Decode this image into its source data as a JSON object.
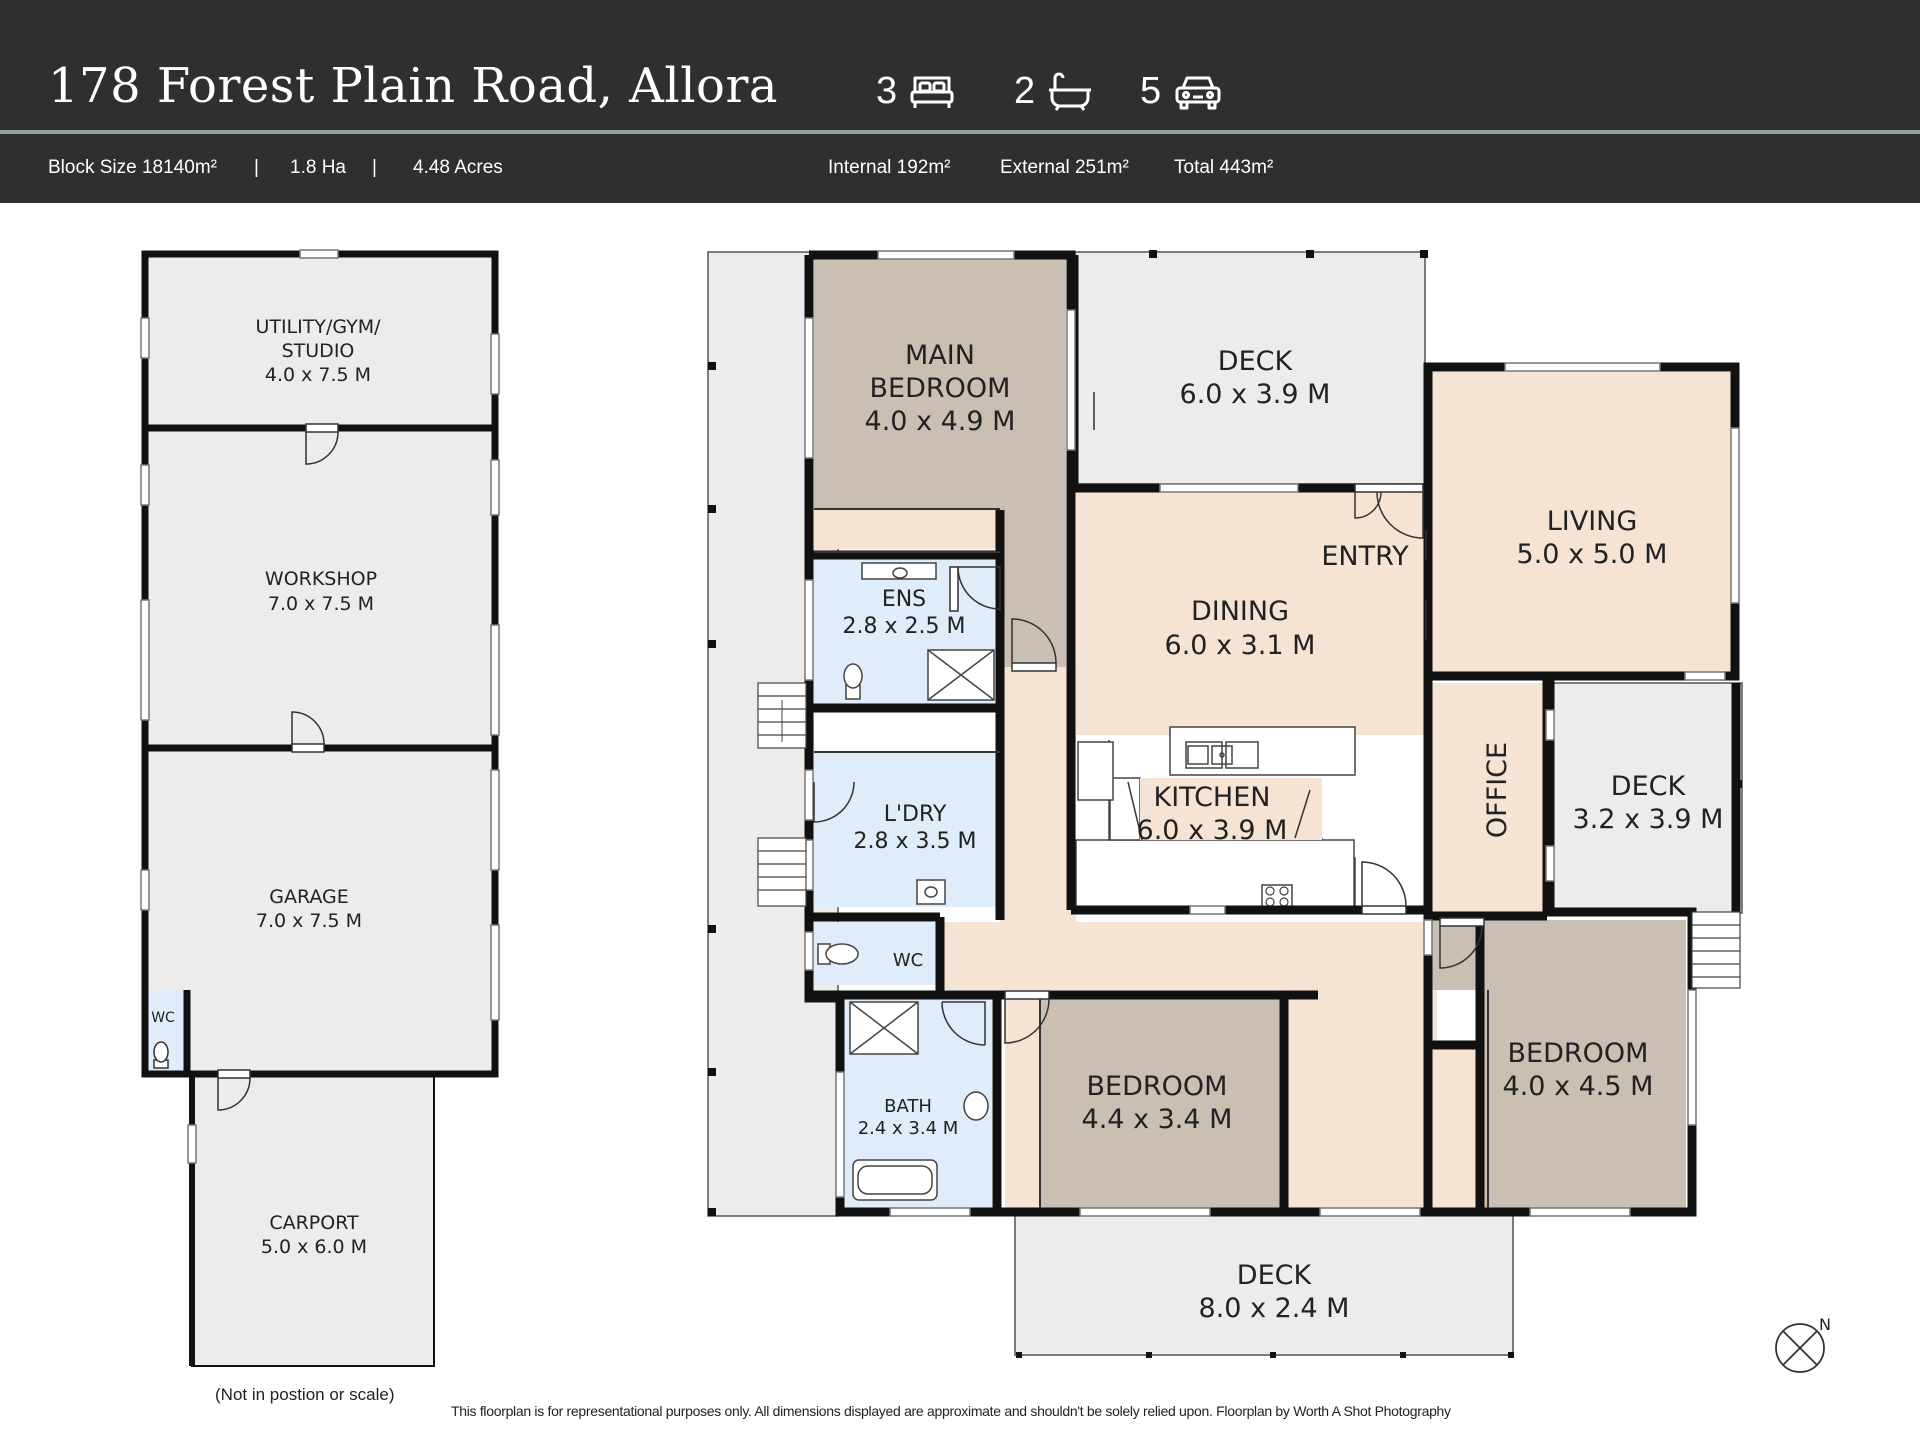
{
  "header": {
    "address": "178 Forest Plain Road, Allora",
    "bedrooms": "3",
    "bathrooms": "2",
    "car_spaces": "5",
    "block_size": "Block Size 18140m²",
    "sep1": "|",
    "hectares": "1.8 Ha",
    "sep2": "|",
    "acres": "4.48 Acres",
    "internal": "Internal 192m²",
    "external": "External 251m²",
    "total": "Total 443m²"
  },
  "icons": {
    "bed": "bed-icon",
    "bath": "bathtub-icon",
    "car": "car-icon",
    "north": "north-arrow-icon"
  },
  "colors": {
    "header_bg": "#2f2f2f",
    "header_rule": "#8ea295",
    "bedroom": "#c9c0b3",
    "living": "#f5e4d4",
    "wet_area": "#deedf9",
    "deck": "#ececec",
    "wall": "#111111"
  },
  "outbuilding": {
    "utility": {
      "name1": "UTILITY/GYM/",
      "name2": "STUDIO",
      "size": "4.0 x 7.5 M"
    },
    "workshop": {
      "name": "WORKSHOP",
      "size": "7.0 x 7.5 M"
    },
    "garage": {
      "name": "GARAGE",
      "size": "7.0 x 7.5 M"
    },
    "wc": {
      "name": "WC"
    },
    "carport": {
      "name": "CARPORT",
      "size": "5.0 x 6.0 M"
    },
    "note": "(Not in postion or scale)"
  },
  "house": {
    "main_bedroom": {
      "name1": "MAIN",
      "name2": "BEDROOM",
      "size": "4.0 x 4.9 M"
    },
    "deck_north": {
      "name": "DECK",
      "size": "6.0 x 3.9 M"
    },
    "living": {
      "name": "LIVING",
      "size": "5.0 x 5.0 M"
    },
    "entry": {
      "name": "ENTRY"
    },
    "dining": {
      "name": "DINING",
      "size": "6.0 x 3.1 M"
    },
    "ensuite": {
      "name": "ENS",
      "size": "2.8 x 2.5 M"
    },
    "kitchen": {
      "name": "KITCHEN",
      "size": "6.0 x 3.9 M"
    },
    "office": {
      "name": "OFFICE"
    },
    "deck_east": {
      "name": "DECK",
      "size": "3.2 x 3.9 M"
    },
    "laundry": {
      "name": "L'DRY",
      "size": "2.8 x 3.5 M"
    },
    "wc": {
      "name": "WC"
    },
    "bath": {
      "name": "BATH",
      "size": "2.4 x 3.4 M"
    },
    "bedroom2": {
      "name": "BEDROOM",
      "size": "4.4 x 3.4 M"
    },
    "bedroom3": {
      "name": "BEDROOM",
      "size": "4.0 x 4.5 M"
    },
    "deck_south": {
      "name": "DECK",
      "size": "8.0 x 2.4 M"
    }
  },
  "footer": {
    "disclaimer": "This floorplan is for representational purposes only. All dimensions displayed are approximate and shouldn't be solely relied upon. Floorplan by Worth A Shot Photography",
    "north_label": "N"
  }
}
